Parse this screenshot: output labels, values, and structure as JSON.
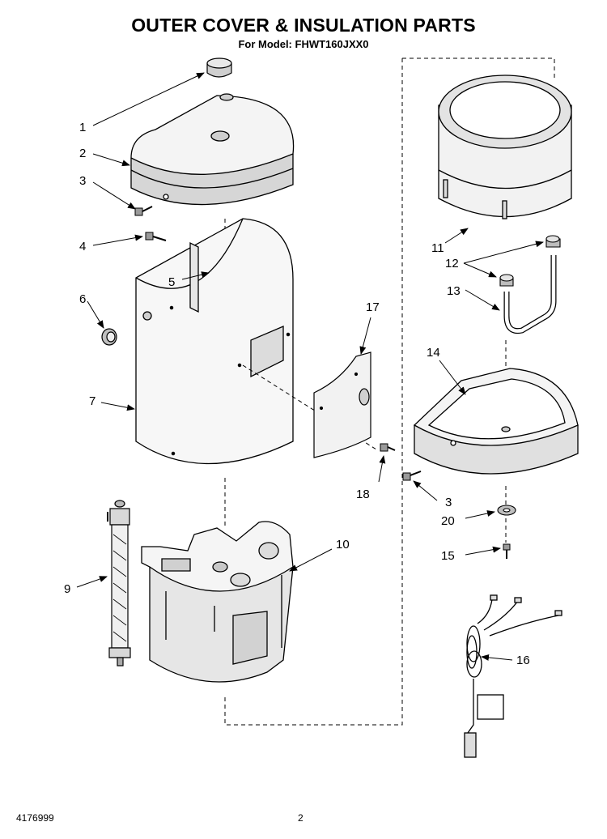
{
  "title": "OUTER COVER & INSULATION PARTS",
  "subtitle": "For Model: FHWT160JXX0",
  "footer": {
    "doc_number": "4176999",
    "page_number": "2"
  },
  "callouts": {
    "c1": "1",
    "c2": "2",
    "c3a": "3",
    "c4": "4",
    "c5": "5",
    "c6": "6",
    "c7": "7",
    "c9": "9",
    "c10": "10",
    "c11": "11",
    "c12": "12",
    "c13": "13",
    "c14": "14",
    "c3b": "3",
    "c20": "20",
    "c15": "15",
    "c16": "16",
    "c17": "17",
    "c18": "18"
  },
  "colors": {
    "line": "#000000",
    "shade": "#d9d9d9",
    "light": "#f2f2f2"
  }
}
